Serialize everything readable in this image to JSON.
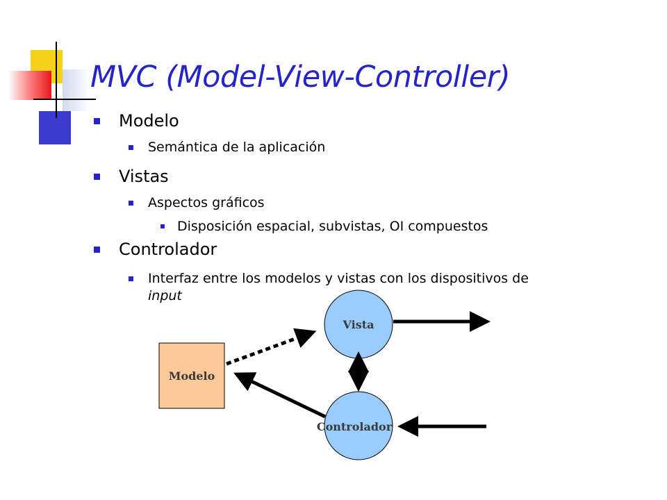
{
  "title": "MVC (Model-View-Controller)",
  "bullets": {
    "modelo": "Modelo",
    "modelo_sub": "Semántica de la aplicación",
    "vistas": "Vistas",
    "vistas_sub": "Aspectos gráficos",
    "vistas_subsub": "Disposición espacial, subvistas, OI compuestos",
    "controlador": "Controlador",
    "controlador_sub_line1": "Interfaz entre los modelos y vistas con los dispositivos de",
    "controlador_sub_line2": "input"
  },
  "diagram": {
    "modelo_label": "Modelo",
    "vista_label": "Vista",
    "controlador_label": "Controlador",
    "colors": {
      "modelo_fill": "#fdc999",
      "circle_fill": "#99ccff",
      "accent": "#2424c8"
    }
  }
}
